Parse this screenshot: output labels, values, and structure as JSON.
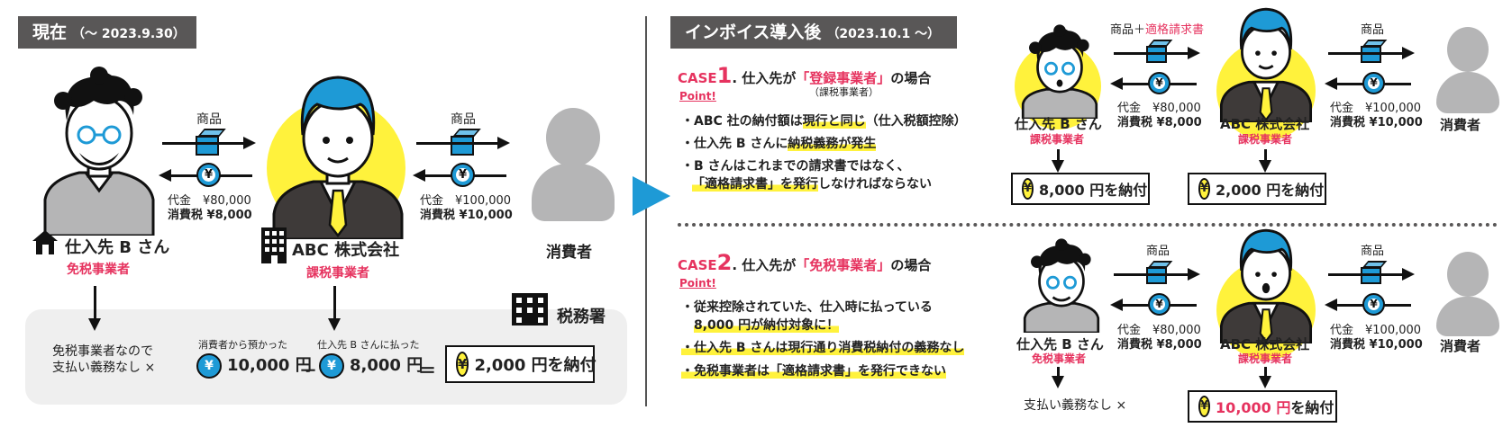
{
  "current": {
    "header": "現在",
    "header_period": "（〜 2023.9.30）",
    "goods": "商品",
    "price_left": "代金　¥80,000",
    "tax_left": "消費税 ¥8,000",
    "price_right": "代金　¥100,000",
    "tax_right": "消費税 ¥10,000",
    "supplier_name": "仕入先 B さん",
    "supplier_status": "免税事業者",
    "company_name": "ABC 株式会社",
    "company_status": "課税事業者",
    "consumer": "消費者",
    "tax_office": "税務署",
    "no_obligation_1": "免税事業者なので",
    "no_obligation_2": "支払い義務なし ×",
    "received_label": "消費者から預かった",
    "received_amount": "10,000 円",
    "minus": "－",
    "paid_label": "仕入先 B さんに払った",
    "paid_amount": "8,000 円",
    "equals": "＝",
    "payment": "2,000 円を納付"
  },
  "invoice": {
    "header": "インボイス導入後",
    "header_period": "（2023.10.1 〜）",
    "case1": {
      "label": "CASE",
      "num": "1",
      "title_pre": ". 仕入先が",
      "title_key": "「登録事業者」",
      "title_post": "の場合",
      "sub": "（課税事業者）",
      "point": "Point!",
      "b1_pre": "・ABC 社の納付額は",
      "b1_hl": "現行と同じ",
      "b1_post": "（仕入税額控除）",
      "b2_pre": "・仕入先 B さんに",
      "b2_hl": "納税義務が発生",
      "b3": "・B さんはこれまでの請求書ではなく、",
      "b4_hl": "「適格請求書」を発行",
      "b4_post": "しなければならない",
      "goods_left": "商品＋",
      "goods_left_key": "適格請求書",
      "goods_right": "商品",
      "price_left": "代金　¥80,000",
      "tax_left": "消費税 ¥8,000",
      "price_right": "代金　¥100,000",
      "tax_right": "消費税 ¥10,000",
      "supplier_name": "仕入先 B さん",
      "supplier_status": "課税事業者",
      "company_name": "ABC 株式会社",
      "company_status": "課税事業者",
      "consumer": "消費者",
      "pay_supplier": "8,000 円を納付",
      "pay_company": "2,000 円を納付"
    },
    "case2": {
      "label": "CASE",
      "num": "2",
      "title_pre": ". 仕入先が",
      "title_key": "「免税事業者」",
      "title_post": "の場合",
      "point": "Point!",
      "b1": "・従来控除されていた、仕入時に払っている",
      "b2_hl": "8,000 円が納付対象に！",
      "b3_hl": "・仕入先 B さんは現行通り消費税納付の義務なし",
      "b4_hl": "・免税事業者は「適格請求書」を発行できない",
      "goods_left": "商品",
      "goods_right": "商品",
      "price_left": "代金　¥80,000",
      "tax_left": "消費税 ¥8,000",
      "price_right": "代金　¥100,000",
      "tax_right": "消費税 ¥10,000",
      "supplier_name": "仕入先 B さん",
      "supplier_status": "免税事業者",
      "company_name": "ABC 株式会社",
      "company_status": "課税事業者",
      "consumer": "消費者",
      "no_obligation": "支払い義務なし ×",
      "pay_amount": "10,000 円",
      "pay_suffix": "を納付"
    }
  },
  "icons": {
    "yen": "¥"
  },
  "colors": {
    "accent_pink": "#e6335f",
    "blue": "#1e9ad6",
    "yellow": "#fff23c",
    "header_bg": "#595757",
    "panel_bg": "#efefef"
  }
}
